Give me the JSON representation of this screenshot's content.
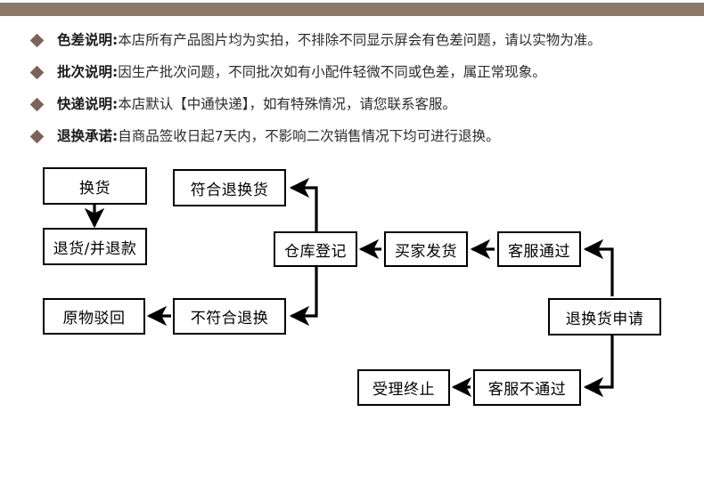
{
  "theme": {
    "bar_color": "#8c7866",
    "bullet_color": "#7d6355",
    "text_color": "#2b2b2b",
    "node_border_color": "#000000",
    "node_fill": "#ffffff"
  },
  "notices": [
    {
      "bullet": "diamond-bullet-icon",
      "label": "色差说明:",
      "body": "本店所有产品图片均为实拍，不排除不同显示屏会有色差问题，请以实物为准。"
    },
    {
      "bullet": "diamond-bullet-icon",
      "label": "批次说明:",
      "body": "因生产批次问题，不同批次如有小配件轻微不同或色差，属正常现象。"
    },
    {
      "bullet": "diamond-bullet-icon",
      "label": "快递说明:",
      "body": "本店默认【中通快递】，如有特殊情况，请您联系客服。"
    },
    {
      "bullet": "diamond-bullet-icon",
      "label": "退换承诺:",
      "body": "自商品签收日起7天内，不影响二次销售情况下均可进行退换。"
    }
  ],
  "flowchart": {
    "nodes": [
      {
        "id": "huanhuo",
        "label": "换货"
      },
      {
        "id": "fuhetuihuanhuo",
        "label": "符合退换货"
      },
      {
        "id": "tuihuotuikuan",
        "label": "退货/并退款"
      },
      {
        "id": "cangkudengji",
        "label": "仓库登记"
      },
      {
        "id": "maijiafahuo",
        "label": "买家发货"
      },
      {
        "id": "kefutongguo",
        "label": "客服通过"
      },
      {
        "id": "yuanwuboihui",
        "label": "原物驳回"
      },
      {
        "id": "bufuhetuihuan",
        "label": "不符合退换"
      },
      {
        "id": "tuihuanhuoshenqing",
        "label": "退换货申请"
      },
      {
        "id": "shoulizhongzhi",
        "label": "受理终止"
      },
      {
        "id": "kefubutongguo",
        "label": "客服不通过"
      }
    ],
    "edges": [
      {
        "from": "huanhuo",
        "to": "tuihuotuikuan"
      },
      {
        "from": "cangkudengji",
        "to": "fuhetuihuanhuo"
      },
      {
        "from": "cangkudengji",
        "to": "bufuhetuihuan"
      },
      {
        "from": "bufuhetuihuan",
        "to": "yuanwuboihui"
      },
      {
        "from": "maijiafahuo",
        "to": "cangkudengji"
      },
      {
        "from": "kefutongguo",
        "to": "maijiafahuo"
      },
      {
        "from": "tuihuanhuoshenqing",
        "to": "kefutongguo"
      },
      {
        "from": "tuihuanhuoshenqing",
        "to": "kefubutongguo"
      },
      {
        "from": "kefubutongguo",
        "to": "shoulizhongzhi"
      }
    ]
  }
}
